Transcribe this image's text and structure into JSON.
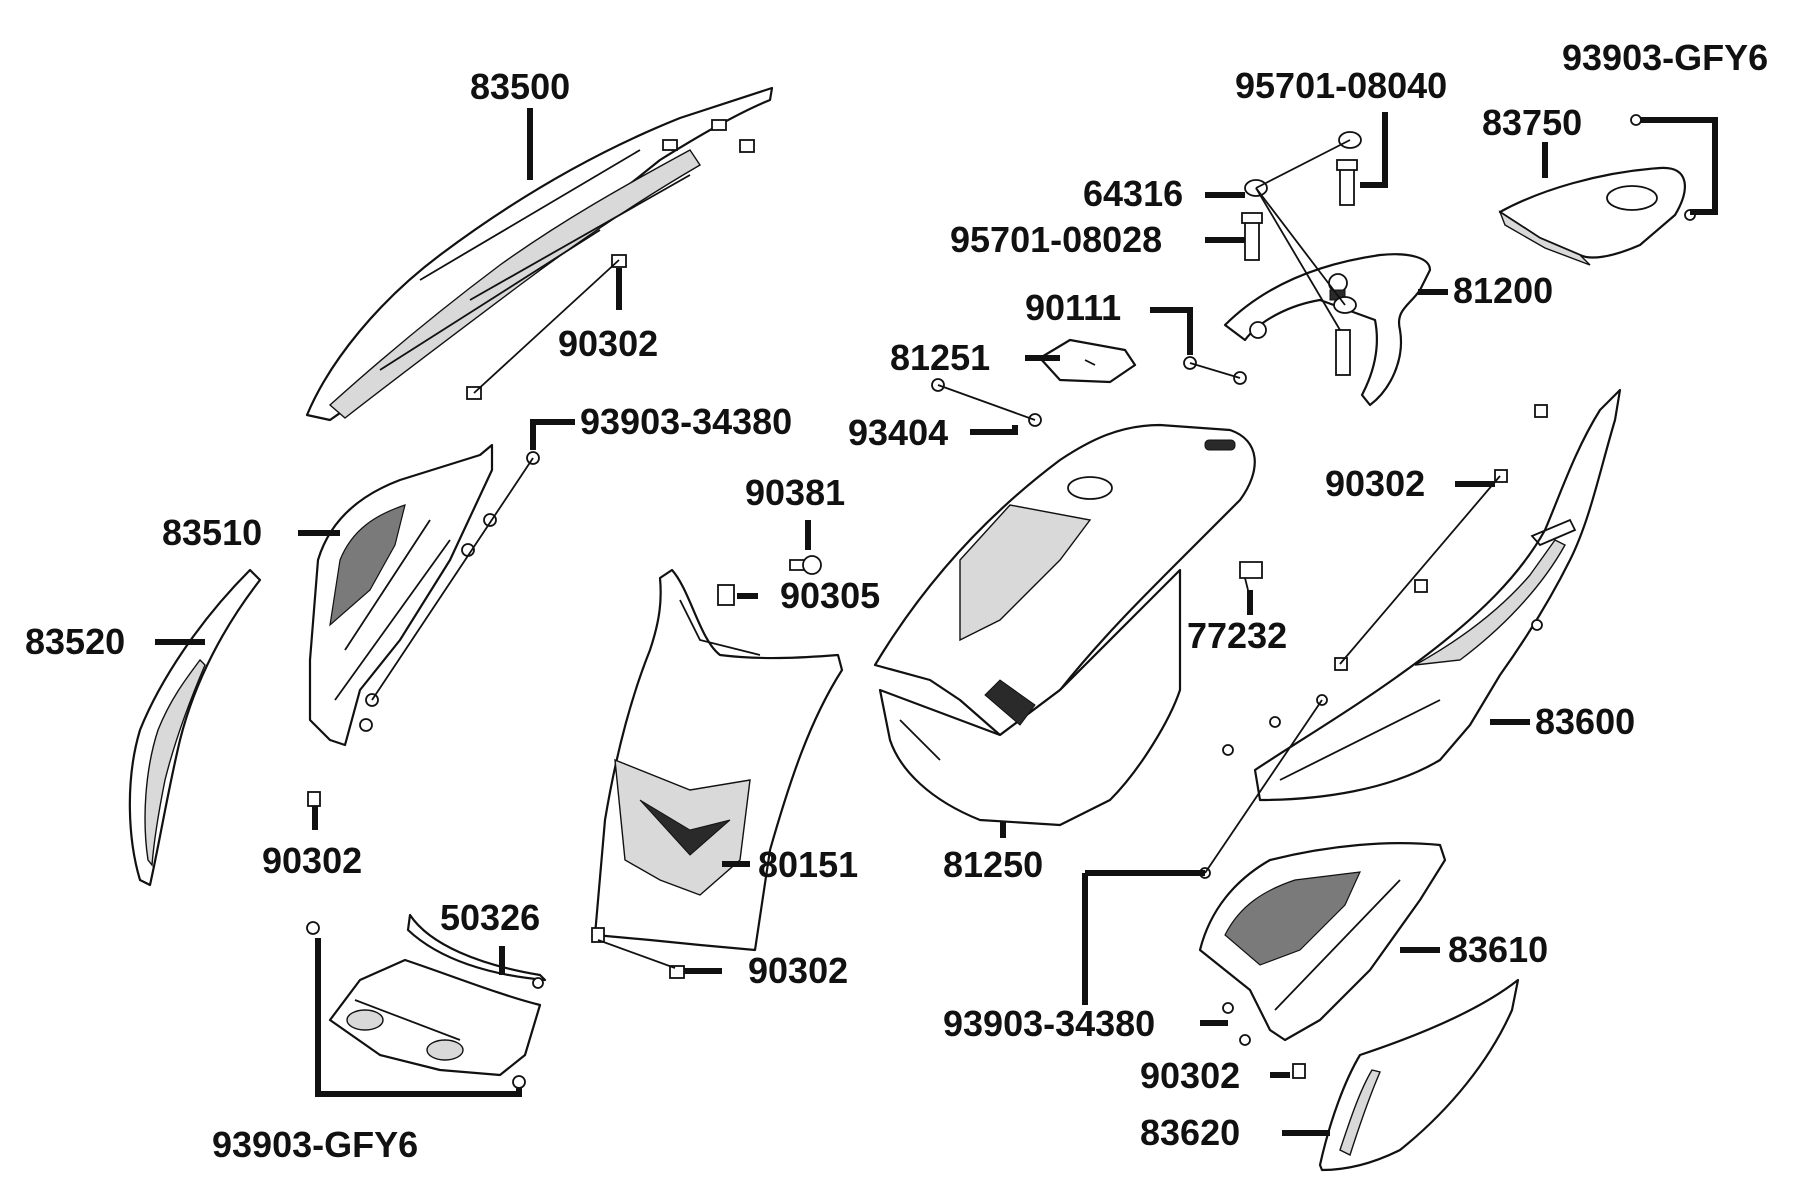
{
  "labels": {
    "l83500": "83500",
    "l90302a": "90302",
    "l93903_34380a": "93903-34380",
    "l83510": "83510",
    "l83520": "83520",
    "l90302b": "90302",
    "l90381": "90381",
    "l90305": "90305",
    "l80151": "80151",
    "l90302c": "90302",
    "l50326": "50326",
    "l93903_GFY6a": "93903-GFY6",
    "l95701_08040": "95701-08040",
    "l64316": "64316",
    "l95701_08028": "95701-08028",
    "l90111": "90111",
    "l81251": "81251",
    "l93404": "93404",
    "l81200": "81200",
    "l81250": "81250",
    "l77232": "77232",
    "l93903_GFY6b": "93903-GFY6",
    "l83750": "83750",
    "l90302d": "90302",
    "l83600": "83600",
    "l93903_34380b": "93903-34380",
    "l83610": "83610",
    "l90302e": "90302",
    "l83620": "83620"
  }
}
